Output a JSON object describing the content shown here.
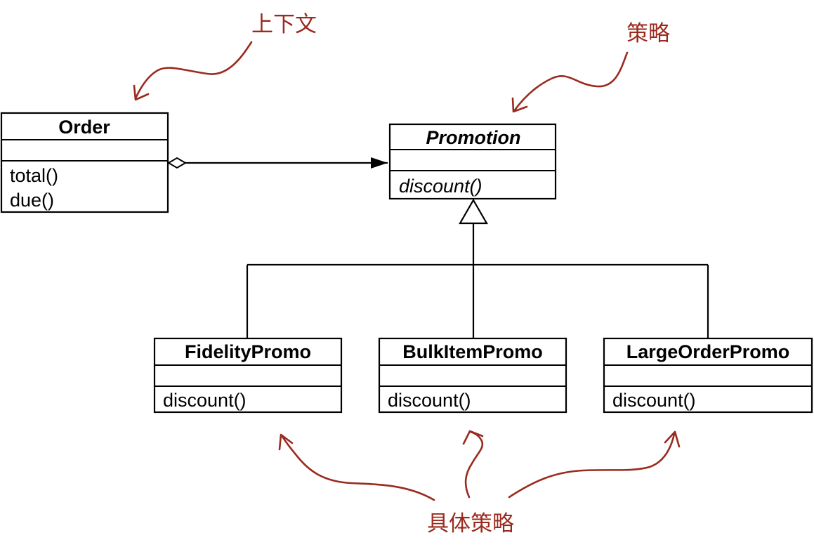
{
  "colors": {
    "annotation": "#9a2a1e",
    "line": "#000000",
    "background": "#ffffff"
  },
  "annotations": {
    "context": "上下文",
    "strategy": "策略",
    "concrete_strategy": "具体策略"
  },
  "classes": {
    "order": {
      "name": "Order",
      "methods": [
        "total()",
        "due()"
      ]
    },
    "promotion": {
      "name": "Promotion",
      "methods": [
        "discount()"
      ],
      "abstract": true
    },
    "fidelity": {
      "name": "FidelityPromo",
      "methods": [
        "discount()"
      ]
    },
    "bulkitem": {
      "name": "BulkItemPromo",
      "methods": [
        "discount()"
      ]
    },
    "largeorder": {
      "name": "LargeOrderPromo",
      "methods": [
        "discount()"
      ]
    }
  }
}
